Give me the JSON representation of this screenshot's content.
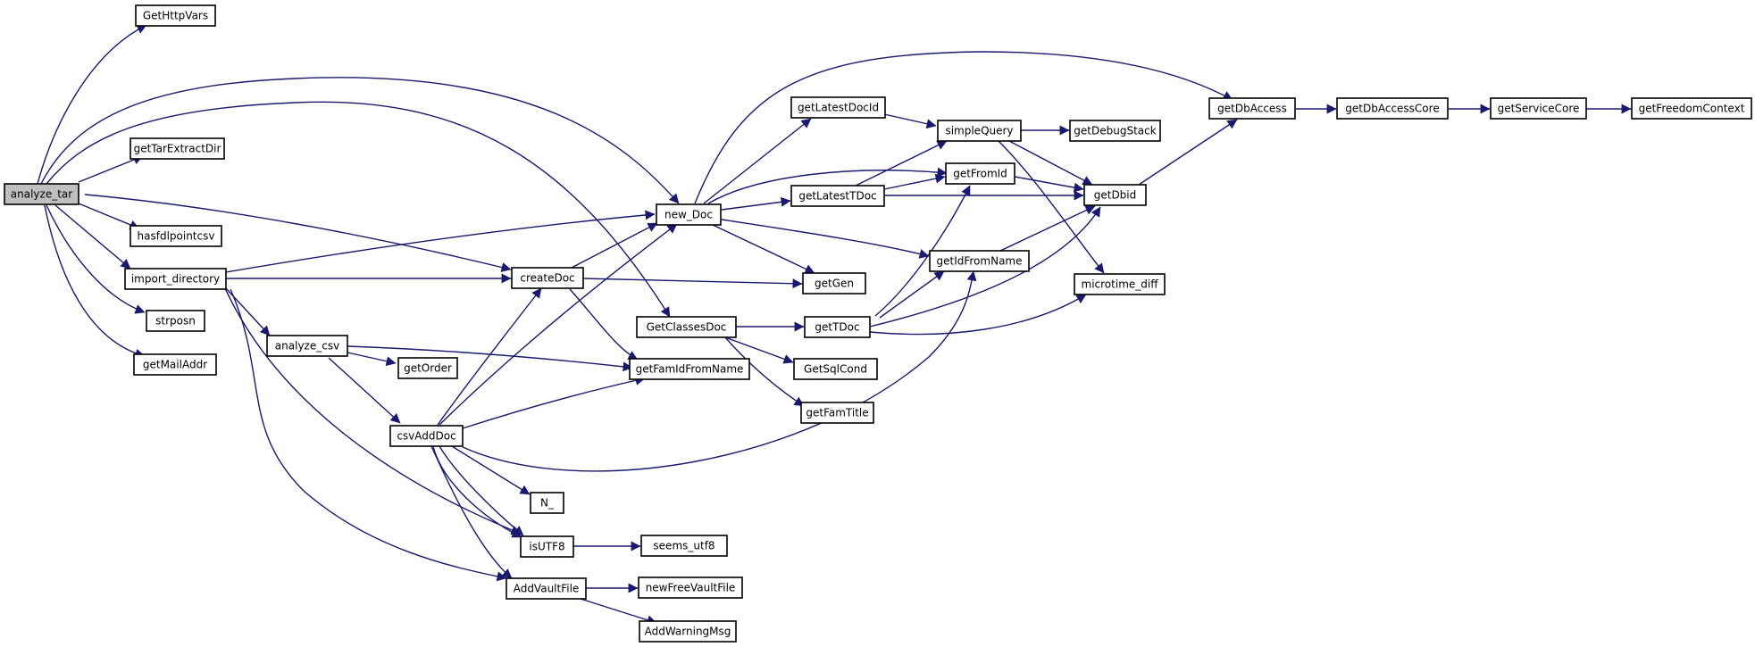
{
  "colors": {
    "edge": "#191970",
    "node_fill": "#ffffff",
    "root_fill": "#bfbfbf",
    "node_border": "#000000",
    "text": "#000000"
  },
  "nodes": {
    "analyze_tar": "analyze_tar",
    "GetHttpVars": "GetHttpVars",
    "getTarExtractDir": "getTarExtractDir",
    "hasfdlpointcsv": "hasfdlpointcsv",
    "import_directory": "import_directory",
    "strposn": "strposn",
    "getMailAddr": "getMailAddr",
    "analyze_csv": "analyze_csv",
    "getOrder": "getOrder",
    "csvAddDoc": "csvAddDoc",
    "createDoc": "createDoc",
    "new_Doc": "new_Doc",
    "GetClassesDoc": "GetClassesDoc",
    "getFamIdFromName": "getFamIdFromName",
    "N_": "N_",
    "isUTF8": "isUTF8",
    "AddVaultFile": "AddVaultFile",
    "seems_utf8": "seems_utf8",
    "newFreeVaultFile": "newFreeVaultFile",
    "AddWarningMsg": "AddWarningMsg",
    "getLatestDocId": "getLatestDocId",
    "getLatestTDoc": "getLatestTDoc",
    "getGen": "getGen",
    "getTDoc": "getTDoc",
    "GetSqlCond": "GetSqlCond",
    "getFamTitle": "getFamTitle",
    "simpleQuery": "simpleQuery",
    "getFromId": "getFromId",
    "getIdFromName": "getIdFromName",
    "getDebugStack": "getDebugStack",
    "getDbid": "getDbid",
    "microtime_diff": "microtime_diff",
    "getDbAccess": "getDbAccess",
    "getDbAccessCore": "getDbAccessCore",
    "getServiceCore": "getServiceCore",
    "getFreedomContext": "getFreedomContext"
  }
}
